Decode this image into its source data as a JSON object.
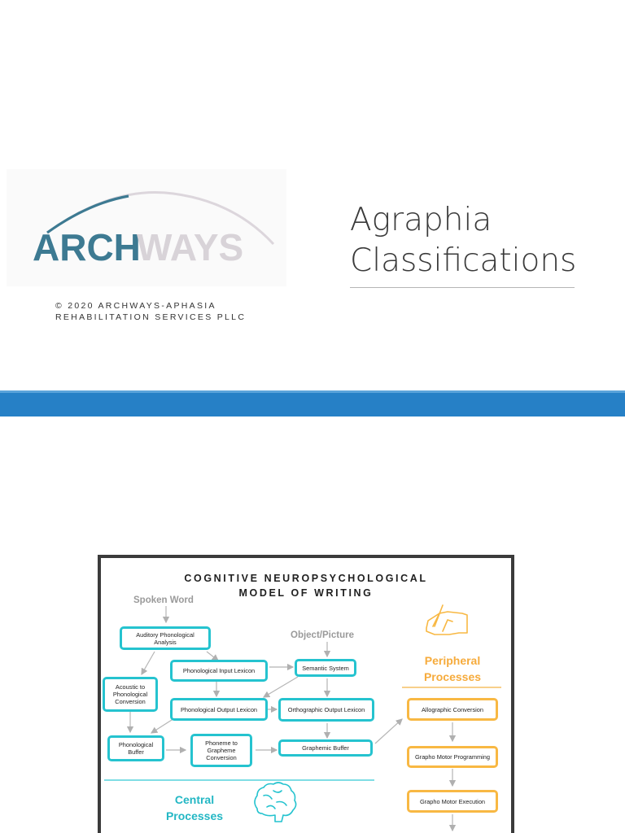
{
  "logo": {
    "text_left": "ARCH",
    "text_right": "WAYS",
    "colors": {
      "dark": "#3d7a92",
      "light": "#d8d3d8",
      "arc": "#3d7a92"
    }
  },
  "copyright": {
    "line1": "© 2020 ARCHWAYS-APHASIA",
    "line2": "REHABILITATION SERVICES PLLC"
  },
  "slide": {
    "title_line1": "Agraphia",
    "title_line2": "Classifications"
  },
  "band": {
    "color": "#2680c6"
  },
  "diagram": {
    "title_line1": "COGNITIVE NEUROPSYCHOLOGICAL",
    "title_line2": "MODEL OF WRITING",
    "inputs": {
      "spoken_word": "Spoken Word",
      "object_picture": "Object/Picture"
    },
    "nodes": {
      "auditory": "Auditory Phonological Analysis",
      "phon_input": "Phonological Input Lexicon",
      "semantic": "Semantic System",
      "acoustic": "Acoustic to Phonological Conversion",
      "phon_output": "Phonological Output Lexicon",
      "orth_output": "Orthographic Output Lexicon",
      "phon_buffer": "Phonological Buffer",
      "phoneme_grapheme": "Phoneme to Grapheme Conversion",
      "graphemic_buffer": "Graphemic Buffer",
      "allographic": "Allographic Conversion",
      "grapho_programming": "Grapho Motor Programming",
      "grapho_execution": "Grapho Motor Execution"
    },
    "sections": {
      "peripheral_line1": "Peripheral",
      "peripheral_line2": "Processes",
      "central_line1": "Central",
      "central_line2": "Processes"
    },
    "icons": [
      "writing-hand-icon",
      "brain-icon"
    ],
    "colors": {
      "central": "#25c3cf",
      "peripheral": "#f8b843",
      "arrow": "#b0b0b0"
    }
  }
}
